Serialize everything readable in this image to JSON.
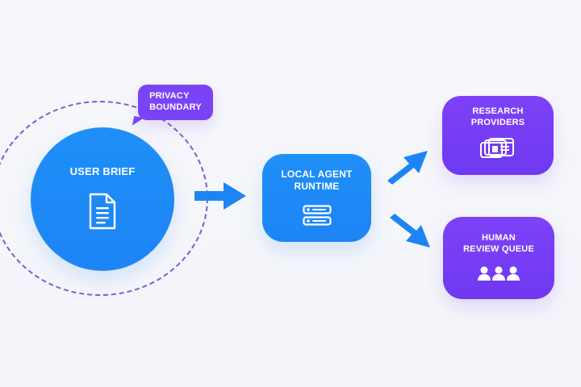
{
  "privacy_boundary": {
    "label": "PRIVACY\nBOUNDARY"
  },
  "nodes": {
    "user_brief": {
      "label": "USER BRIEF",
      "icon": "document-icon"
    },
    "local_agent_runtime": {
      "label": "LOCAL AGENT\nRUNTIME",
      "icon": "server-icon"
    },
    "research_providers": {
      "label": "RESEARCH\nPROVIDERS",
      "icon": "browser-windows-icon"
    },
    "human_review_queue": {
      "label": "HUMAN\nREVIEW QUEUE",
      "icon": "users-icon"
    }
  },
  "colors": {
    "blue": "#1d84f5",
    "purple": "#7a43f6",
    "dashed_boundary": "#7c5ad6",
    "background": "#f4f6fb"
  }
}
